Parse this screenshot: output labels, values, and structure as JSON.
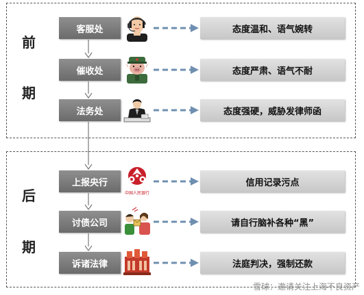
{
  "pre_stage": {
    "char_top": "前",
    "char_bottom": "期"
  },
  "post_stage": {
    "char_top": "后",
    "char_bottom": "期"
  },
  "pre_steps": [
    {
      "label": "客服处",
      "result": "态度温和、语气婉转",
      "icon": "customer-service-agent-icon"
    },
    {
      "label": "催收处",
      "result": "态度严肃、语气不耐",
      "icon": "uniformed-collector-icon"
    },
    {
      "label": "法务处",
      "result": "态度强硬，威胁发律师函",
      "icon": "lawyer-at-desk-icon"
    }
  ],
  "post_steps": [
    {
      "label": "上报央行",
      "result": "信用记录污点",
      "icon": "peoples-bank-of-china-logo-icon",
      "logo_text": "中国人民银行"
    },
    {
      "label": "讨债公司",
      "result": "请自行脑补各种“黑”",
      "icon": "debt-collection-confrontation-icon"
    },
    {
      "label": "诉诸法律",
      "result": "法庭判决，强制还款",
      "icon": "court-building-icon"
    }
  ],
  "watermark": "雪球：邀请关注上海不良资产",
  "colors": {
    "step_box": "#7a7a7a",
    "result_box": "#d4d4d4",
    "arrow": "#6f8fb0",
    "border": "#555555"
  }
}
